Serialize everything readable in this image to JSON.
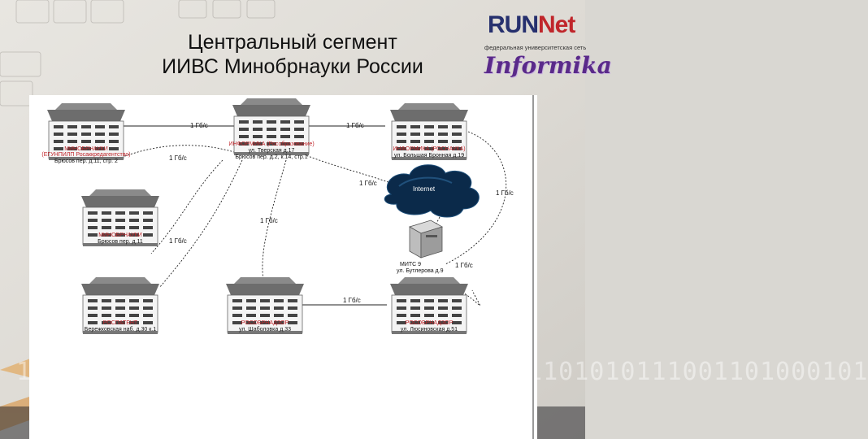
{
  "slide": {
    "title_line1": "Центральный сегмент",
    "title_line2": "ИИВС Минобрнауки России"
  },
  "logo": {
    "run": "RUN",
    "net": "Net",
    "subtitle": "федеральная университетская сеть",
    "informika": "Informika"
  },
  "diagram": {
    "buildings": [
      {
        "id": "b1",
        "name": "МИНОБРНАУКИ",
        "name2": "(ЕГУНПИЛП Росаккредагентство)",
        "address": "Брюсов пер. д.11, стр. 2"
      },
      {
        "id": "b2",
        "name": "ИНФОРМИКА (Рособразование)",
        "name2": "ул. Тверская д.17",
        "address": "Брюсов пер. д.2, к.14, стр.1"
      },
      {
        "id": "b3",
        "name": "ИНФОРМИКА (РОСНАУКА)",
        "name2": "",
        "address": "ул. Большая Бронная д.19"
      },
      {
        "id": "b4",
        "name": "МИНОБРНАУКИ",
        "name2": "",
        "address": "Брюсов пер. д.11"
      },
      {
        "id": "b5",
        "name": "РОСПАТЕНТ",
        "name2": "",
        "address": "Бережковская наб. д.30 к.1"
      },
      {
        "id": "b6",
        "name": "РОСОБРНАДЗОР",
        "name2": "",
        "address": "ул. Шаболовка д.33"
      },
      {
        "id": "b7",
        "name": "РОСОБРНАДЗОР",
        "name2": "",
        "address": "ул. Люсиновская д.51"
      }
    ],
    "internet_label": "Internet",
    "server": {
      "name": "МИТС 9",
      "address": "ул. Бутлерова д.9"
    },
    "links": [
      {
        "from": "b1",
        "to": "b2",
        "label": "1 Гб/с"
      },
      {
        "from": "b2",
        "to": "b3",
        "label": "1 Гб/с"
      },
      {
        "from": "b2",
        "to": "b4",
        "label": "1 Гб/с"
      },
      {
        "from": "b2",
        "to": "internet",
        "label": "1 Гб/с"
      },
      {
        "from": "b3",
        "to": "server",
        "label": "1 Гб/с"
      },
      {
        "from": "b2",
        "to": "b6",
        "label": "1 Гб/с"
      },
      {
        "from": "b2",
        "to": "b5",
        "label": "1 Гб/с"
      },
      {
        "from": "server",
        "to": "b7",
        "label": "1 Гб/с"
      },
      {
        "from": "b6",
        "to": "b7",
        "label": "1 Гб/с"
      }
    ]
  },
  "background": {
    "binary_text": "1001001000001100100110010101101001101010111001101000101"
  },
  "colors": {
    "title": "#111111",
    "logo_blue": "#26306e",
    "logo_red": "#c0262b",
    "logo_purple": "#5a2a8a",
    "label_red": "#c0262b",
    "cloud": "#0b2a4a"
  }
}
